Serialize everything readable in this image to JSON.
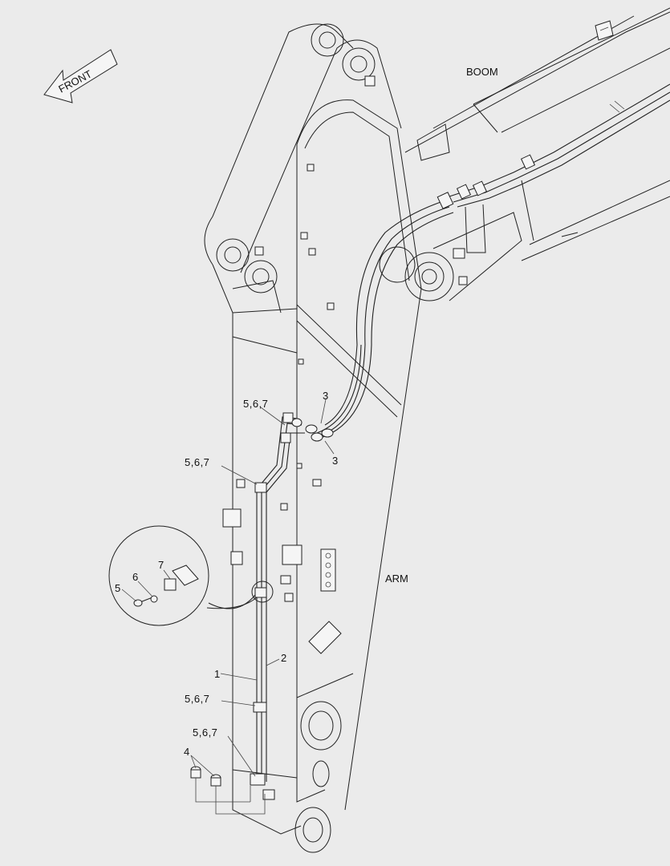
{
  "labels": {
    "front": "FRONT",
    "boom": "BOOM",
    "arm": "ARM",
    "c1": "5,6,7",
    "c2": "5,6,7",
    "c3": "5,6,7",
    "c4": "5,6,7",
    "p3a": "3",
    "p3b": "3",
    "p1": "1",
    "p2": "2",
    "p4": "4",
    "d5": "5",
    "d6": "6",
    "d7": "7"
  },
  "colors": {
    "background": "#ebebeb",
    "line": "#222222"
  }
}
